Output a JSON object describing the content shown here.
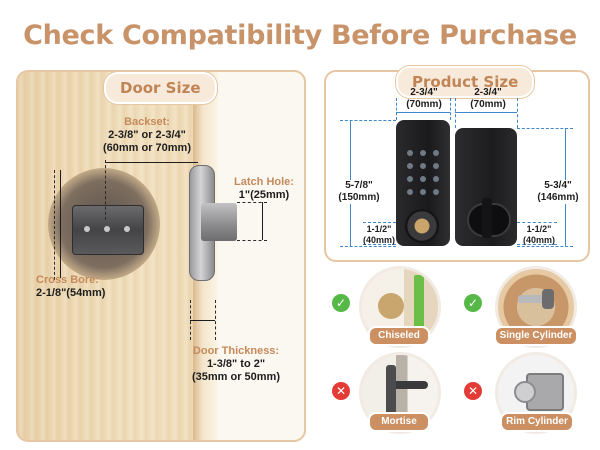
{
  "headline": "Check Compatibility Before Purchase",
  "door_panel": {
    "title": "Door Size",
    "backset": {
      "label": "Backset:",
      "value": "2-3/8\" or 2-3/4\"",
      "metric": "(60mm or 70mm)"
    },
    "latch_hole": {
      "label": "Latch Hole:",
      "value": "1\"(25mm)"
    },
    "cross_bore": {
      "label": "Cross Bore:",
      "value": "2-1/8\"(54mm)"
    },
    "door_thickness": {
      "label": "Door Thickness:",
      "value": "1-3/8\" to 2\"",
      "metric": "(35mm or 50mm)"
    }
  },
  "product_panel": {
    "title": "Product Size",
    "front_width": {
      "value": "2-3/4\"",
      "metric": "(70mm)"
    },
    "back_width": {
      "value": "2-3/4\"",
      "metric": "(70mm)"
    },
    "front_height": {
      "value": "5-7/8\"",
      "metric": "(150mm)"
    },
    "back_height": {
      "value": "5-3/4\"",
      "metric": "(146mm)"
    },
    "front_depth": {
      "value": "1-1/2\"",
      "metric": "(40mm)"
    },
    "back_depth": {
      "value": "1-1/2\"",
      "metric": "(40mm)"
    }
  },
  "compatibility": [
    {
      "label": "Chiseled",
      "status": "ok",
      "icon": "check-icon"
    },
    {
      "label": "Single Cylinder",
      "status": "ok",
      "icon": "check-icon"
    },
    {
      "label": "Mortise",
      "status": "no",
      "icon": "cross-icon"
    },
    {
      "label": "Rim Cylinder",
      "status": "no",
      "icon": "cross-icon"
    }
  ],
  "colors": {
    "accent": "#c9936a",
    "ok": "#56b947",
    "no": "#e33b35",
    "dimension": "#3f87c9"
  }
}
